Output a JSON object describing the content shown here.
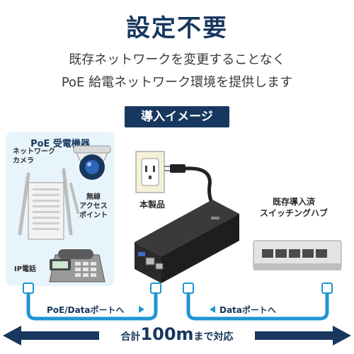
{
  "title": "設定不要",
  "subtitle_line1": "既存ネットワークを変更することなく",
  "subtitle_line2": "PoE 給電ネットワーク環境を提供します",
  "banner": "導入イメージ",
  "devices_panel": {
    "title": "PoE 受電機器",
    "camera": "ネットワーク\nカメラ",
    "wireless": "無線\nアクセス\nポイント",
    "ip_phone": "IP電話"
  },
  "product_label": "本製品",
  "hub_label_line1": "既存導入済",
  "hub_label_line2": "スイッチングハブ",
  "arrow_left": "PoE/Dataポートへ",
  "arrow_right": "Dataポートへ",
  "bottom_prefix": "合計",
  "bottom_number": "100m",
  "bottom_suffix": "まで対応",
  "colors": {
    "navy": "#17375e",
    "light_blue": "#e8f4fb",
    "cable_blue": "#1f95d3"
  }
}
